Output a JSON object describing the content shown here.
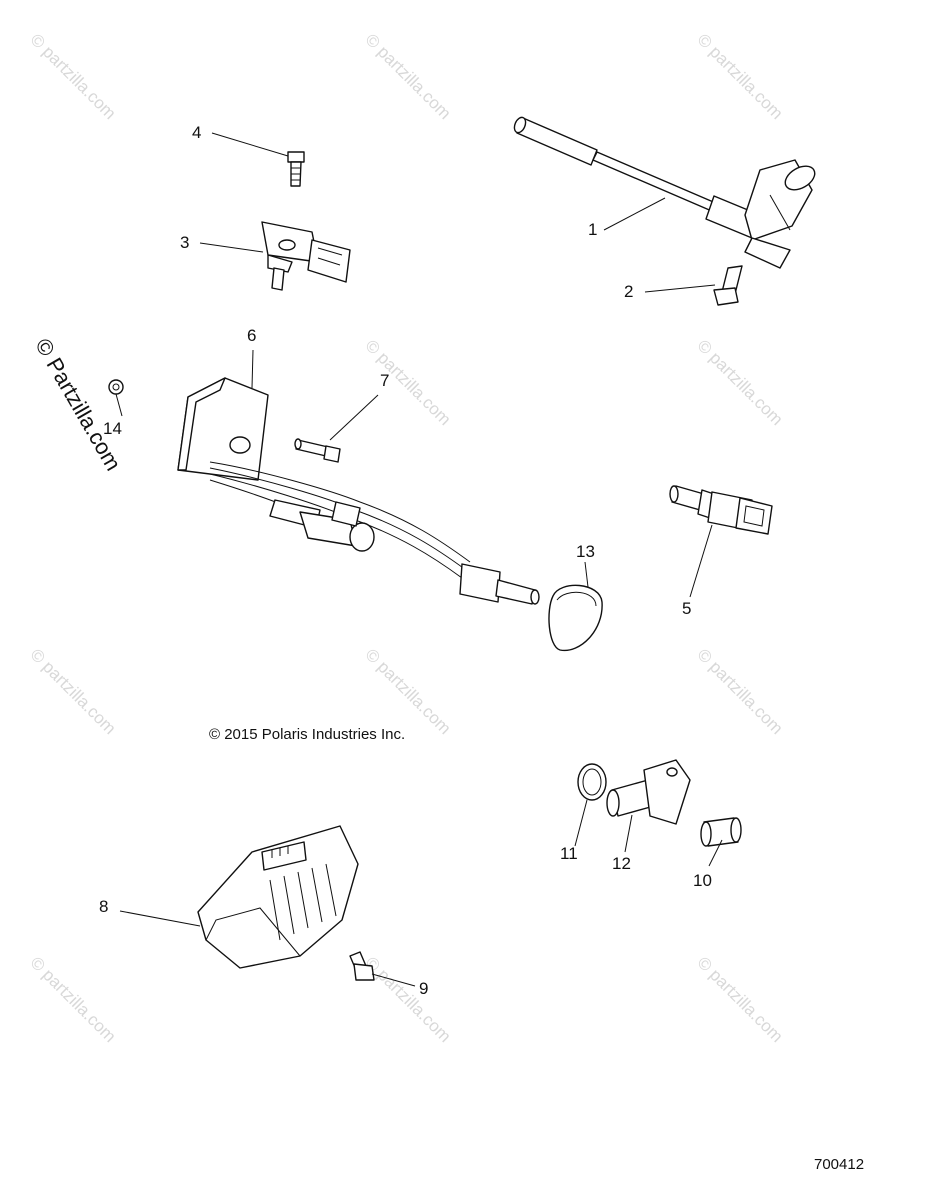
{
  "diagram": {
    "callouts": [
      "1",
      "2",
      "3",
      "4",
      "5",
      "6",
      "7",
      "8",
      "9",
      "10",
      "11",
      "12",
      "13",
      "14"
    ],
    "copyright": "© 2015 Polaris Industries Inc.",
    "drawing_number": "700412",
    "watermark_small": "© partzilla.com",
    "watermark_large": "© Partzilla.com"
  }
}
